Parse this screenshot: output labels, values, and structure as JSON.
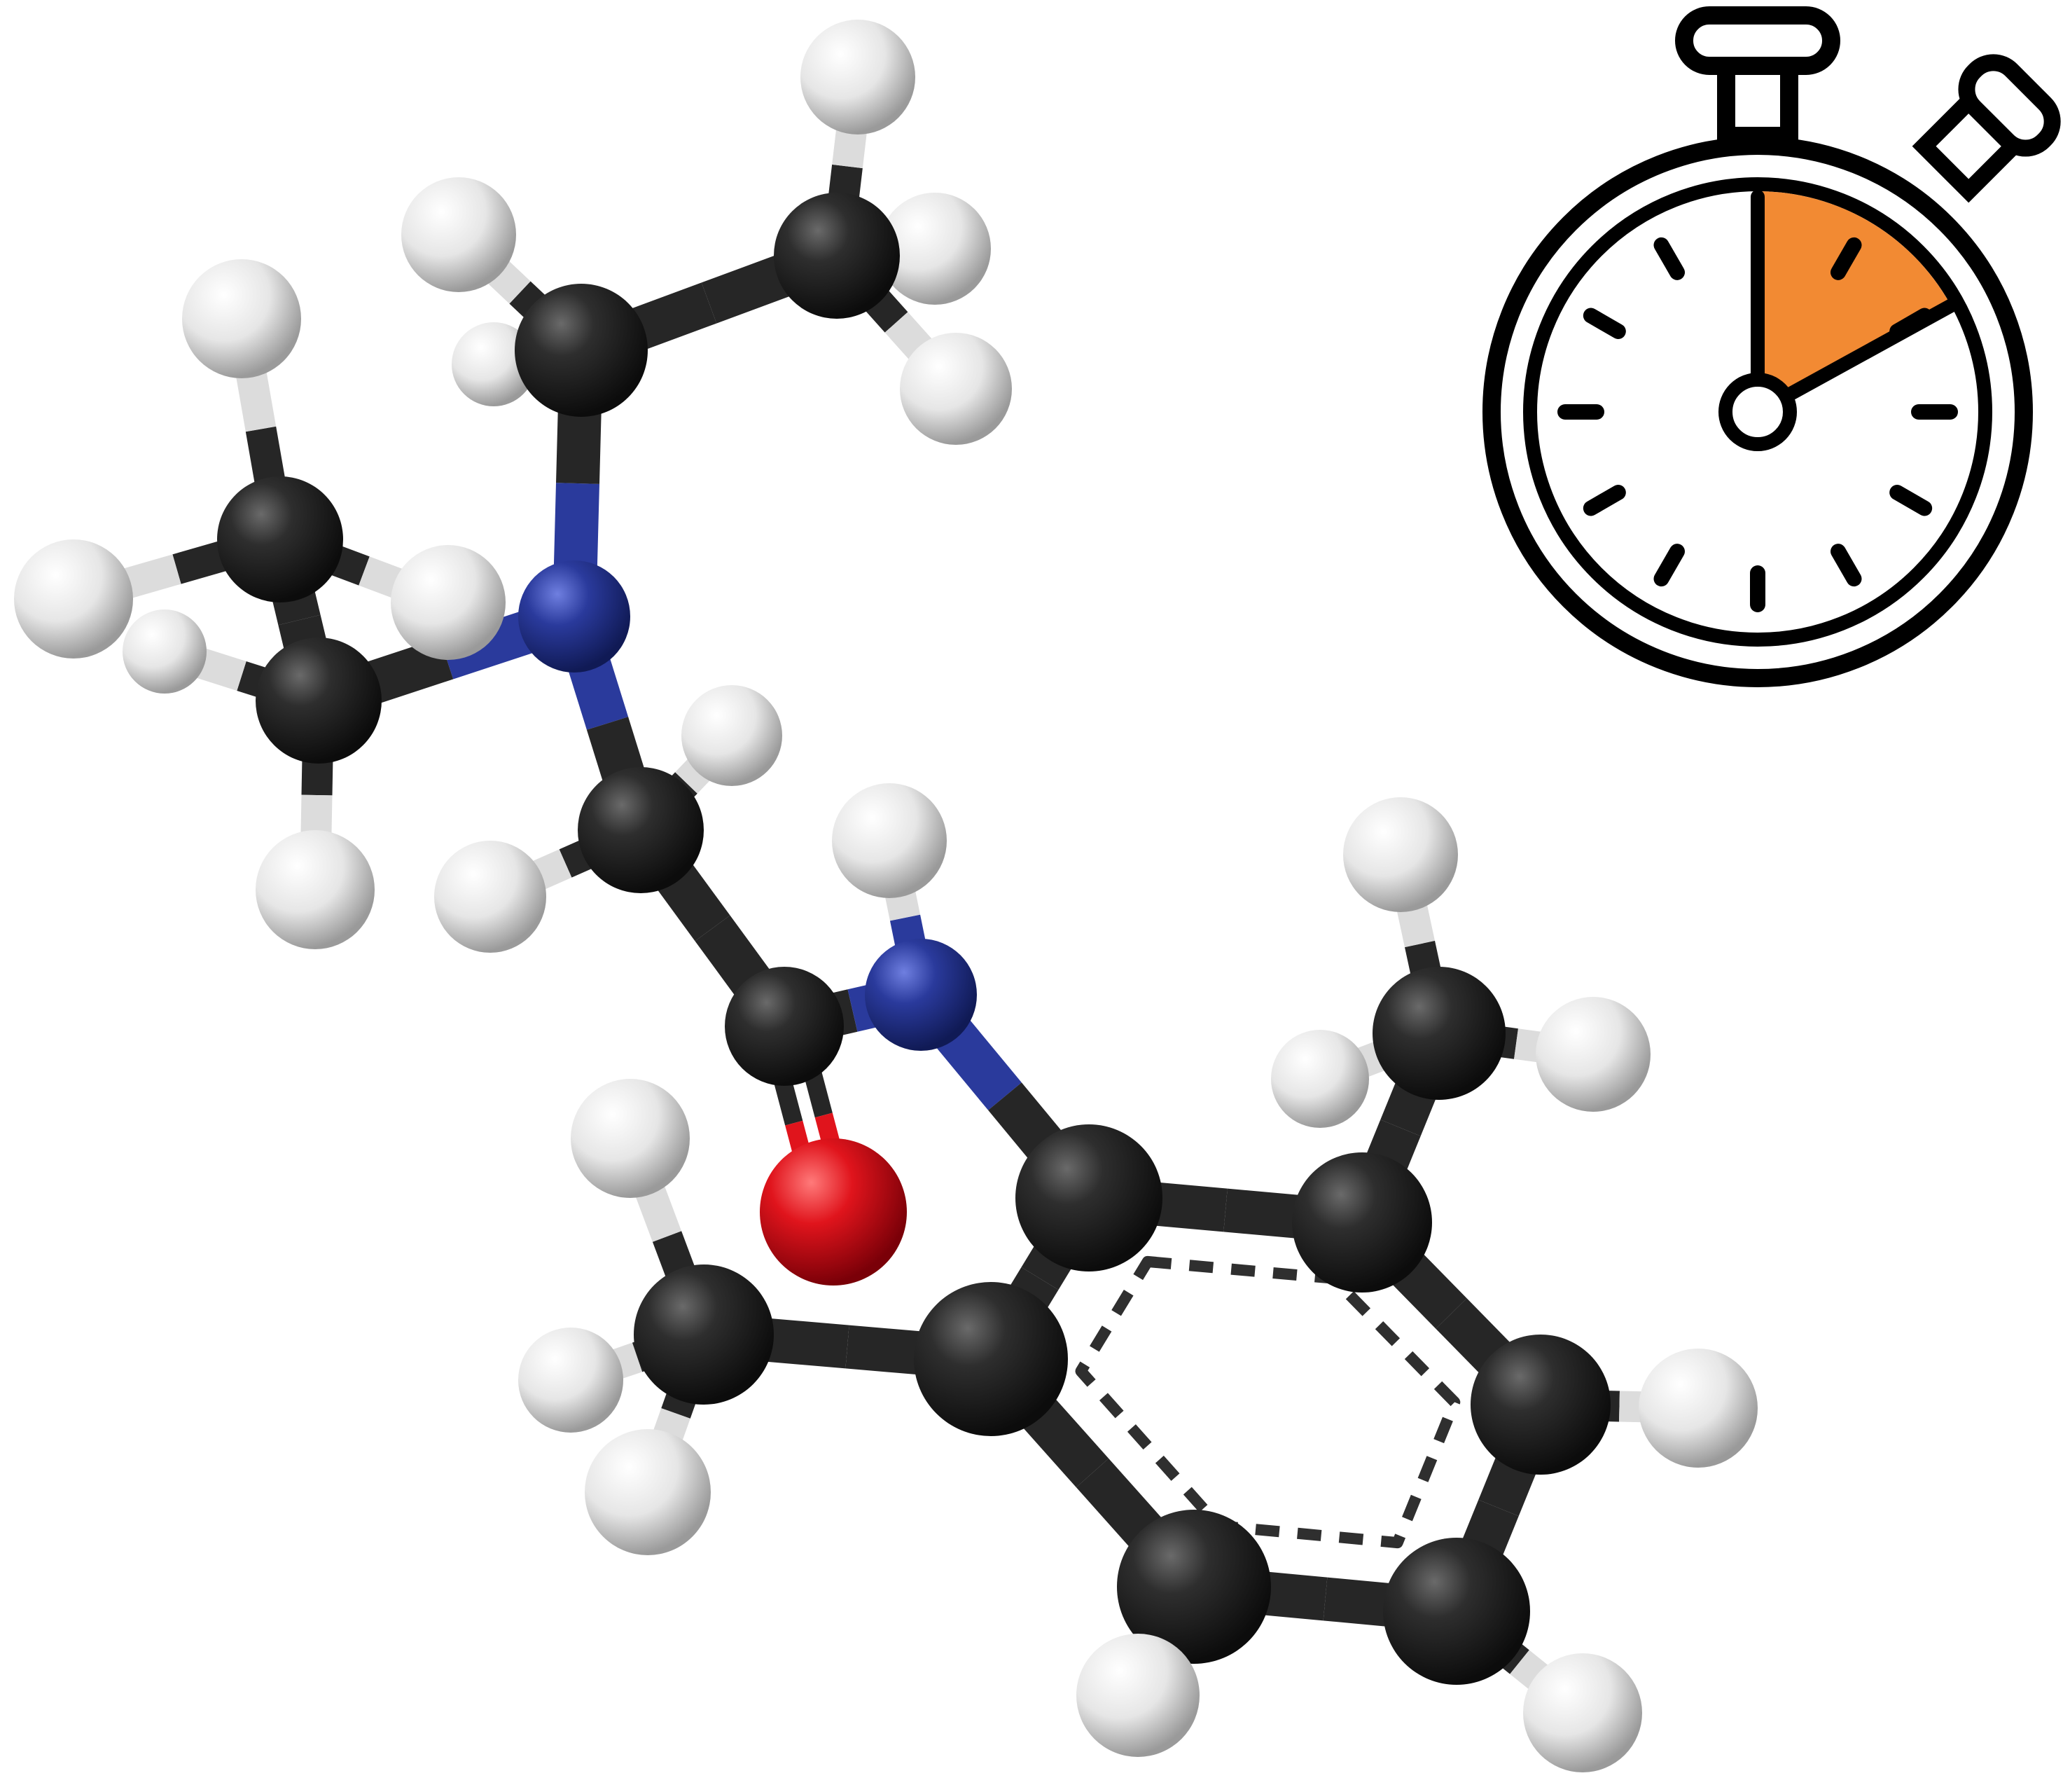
{
  "colors": {
    "background": "#ffffff",
    "carbon": "#262626",
    "hydrogen": "#f2f2f2",
    "nitrogen": "#2a3a9c",
    "oxygen": "#e0141c",
    "stopwatch_stroke": "#000000",
    "stopwatch_elapsed": "#f28a33"
  },
  "icons": {
    "molecule": "ball-and-stick-molecule-icon",
    "stopwatch": "stopwatch-icon"
  },
  "stopwatch": {
    "elapsed_fraction": 0.17,
    "tick_count": 12
  },
  "molecule": {
    "atoms": [
      {
        "id": "N1",
        "element": "N"
      },
      {
        "id": "C_eth1a",
        "element": "C"
      },
      {
        "id": "C_eth1b",
        "element": "C"
      },
      {
        "id": "C_eth2a",
        "element": "C"
      },
      {
        "id": "C_eth2b",
        "element": "C"
      },
      {
        "id": "C_ch2",
        "element": "C"
      },
      {
        "id": "C_carbonyl",
        "element": "C"
      },
      {
        "id": "O1",
        "element": "O"
      },
      {
        "id": "N2",
        "element": "N"
      },
      {
        "id": "C_ar1",
        "element": "C"
      },
      {
        "id": "C_ar2",
        "element": "C"
      },
      {
        "id": "C_ar3",
        "element": "C"
      },
      {
        "id": "C_ar4",
        "element": "C"
      },
      {
        "id": "C_ar5",
        "element": "C"
      },
      {
        "id": "C_ar6",
        "element": "C"
      },
      {
        "id": "C_me1",
        "element": "C"
      },
      {
        "id": "C_me2",
        "element": "C"
      }
    ]
  }
}
